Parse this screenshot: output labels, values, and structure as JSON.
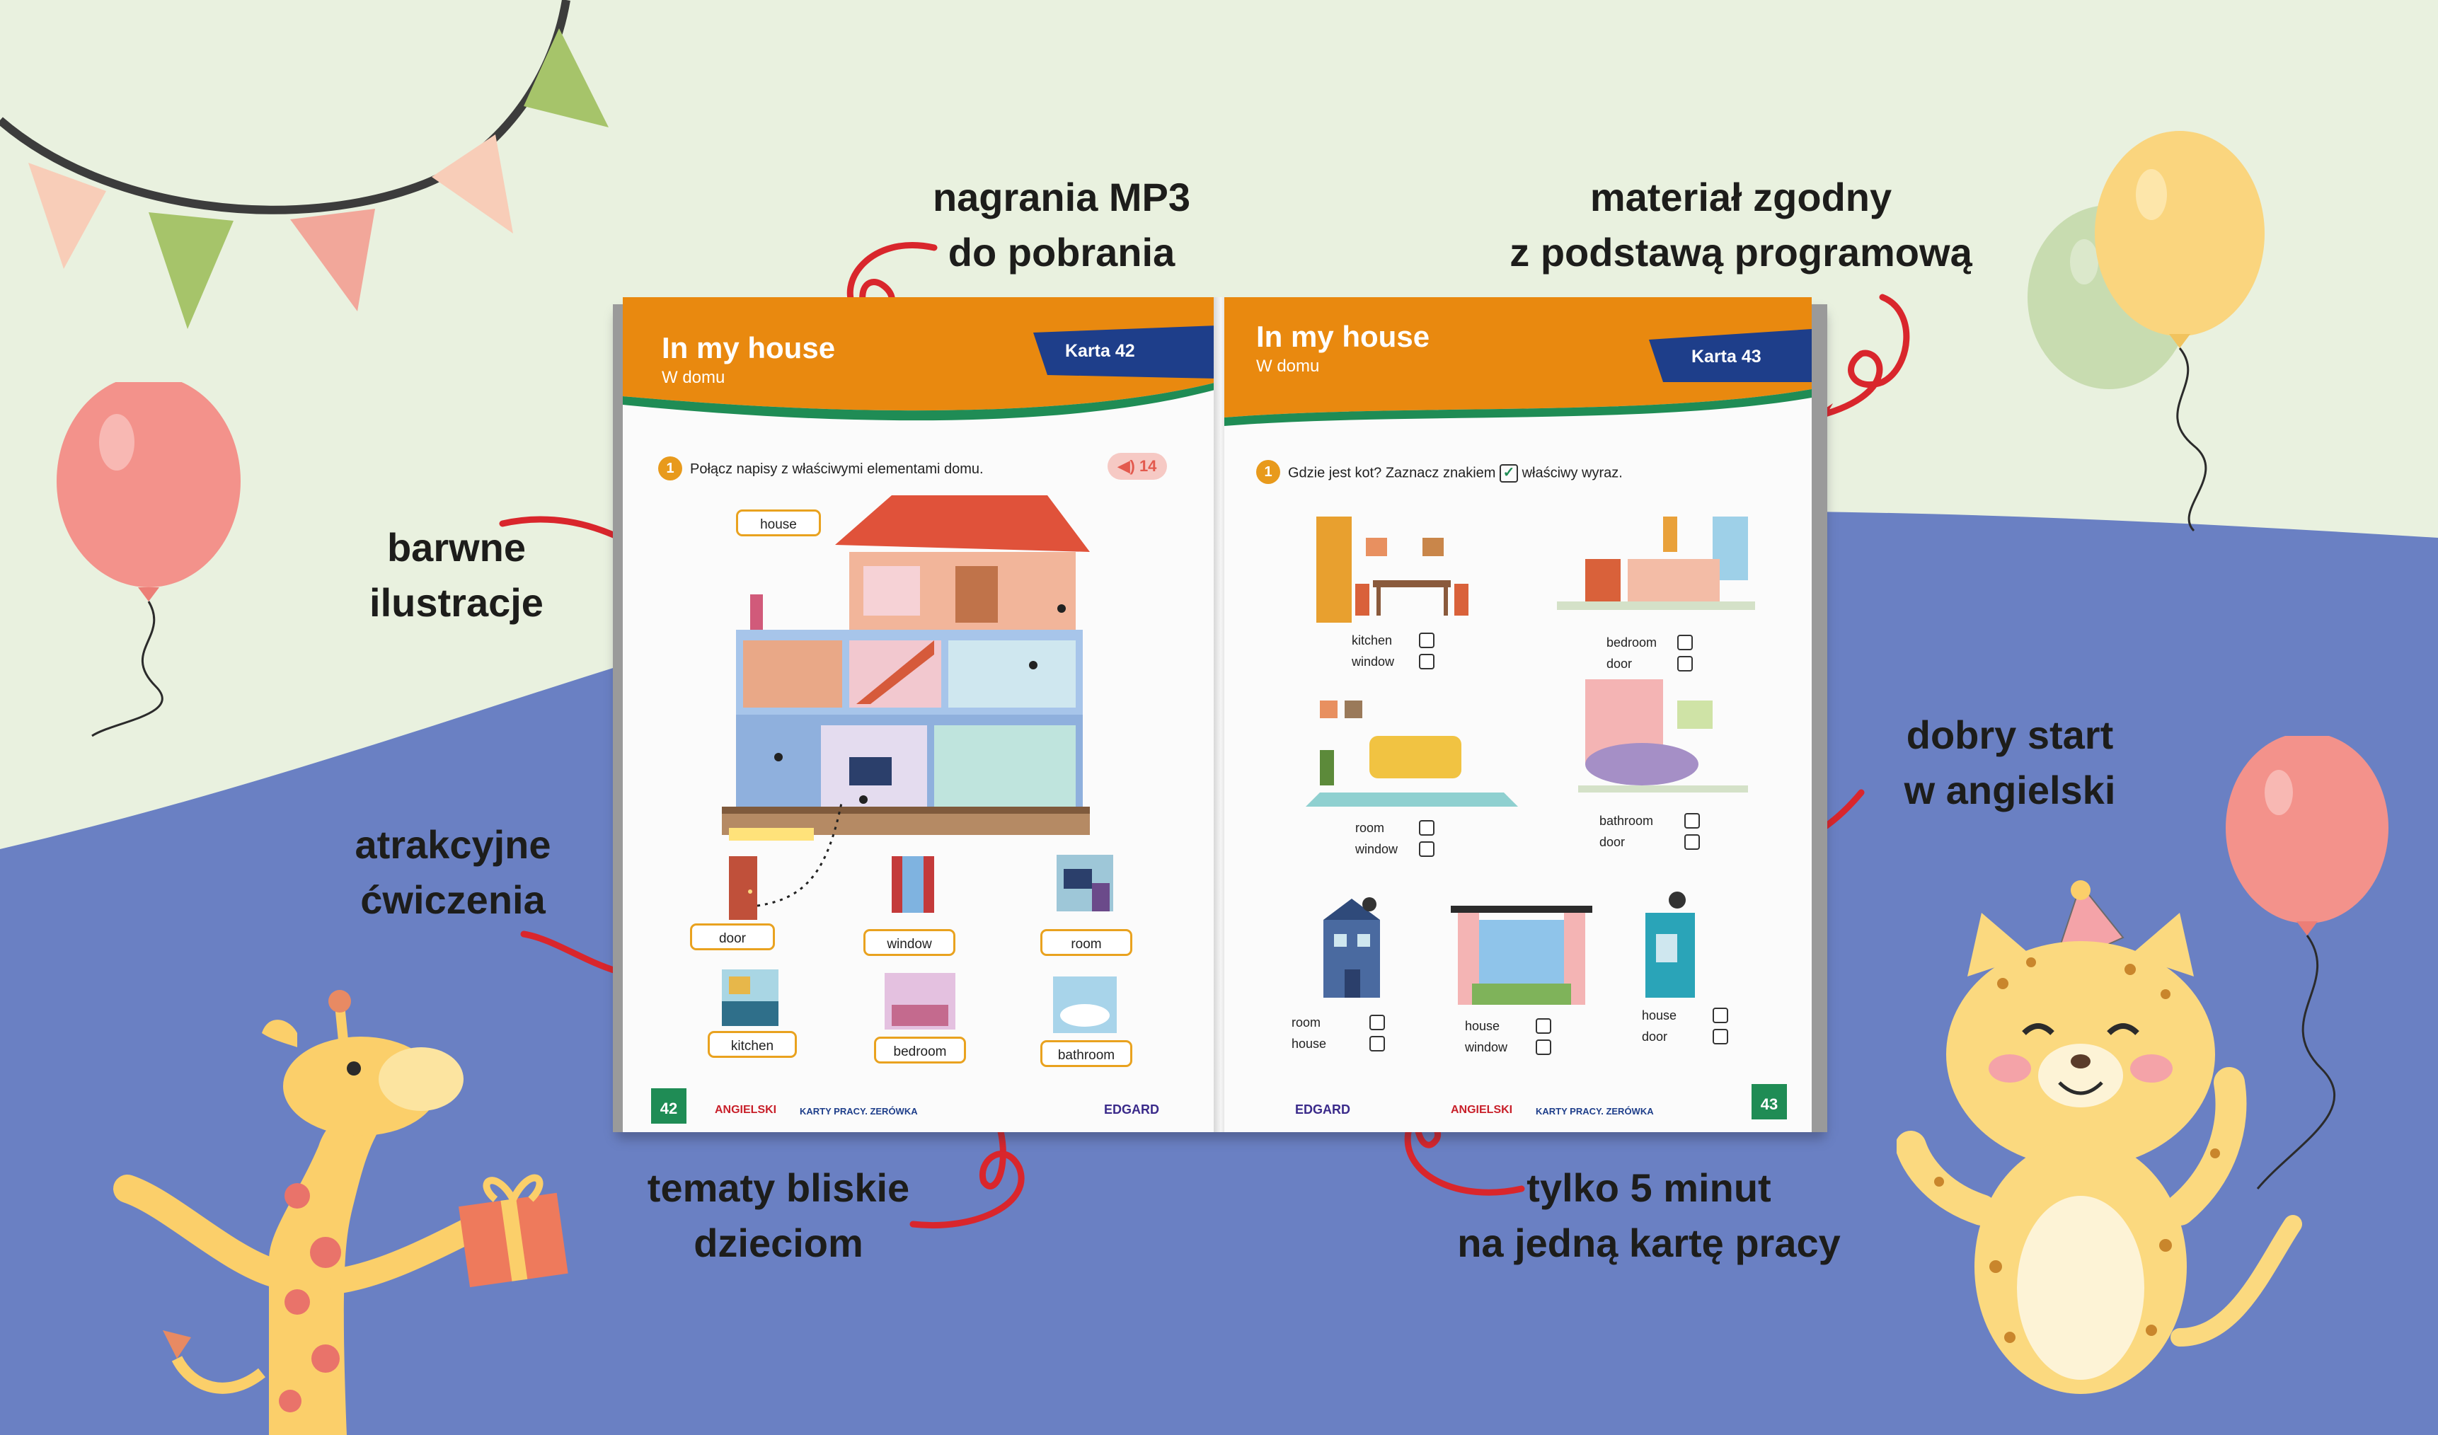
{
  "callouts": {
    "mp3": [
      "nagrania MP3",
      "do pobrania"
    ],
    "material": [
      "materiał zgodny",
      "z podstawą programową"
    ],
    "barwne": [
      "barwne",
      "ilustracje"
    ],
    "atrakcyjne": [
      "atrakcyjne",
      "ćwiczenia"
    ],
    "dobry": [
      "dobry start",
      "w angielski"
    ],
    "tematy": [
      "tematy bliskie",
      "dzieciom"
    ],
    "tylko": [
      "tylko 5 minut",
      "na jedną kartę pracy"
    ]
  },
  "left_page": {
    "title": "In my house",
    "subtitle": "W domu",
    "karta": "Karta 42",
    "exercise_num": "1",
    "instruction": "Połącz napisy z właściwymi elementami domu.",
    "audio_track": "14",
    "words": [
      "house",
      "door",
      "window",
      "room",
      "kitchen",
      "bedroom",
      "bathroom"
    ],
    "page_number": "42",
    "brand": "ANGIELSKI",
    "series": "KARTY PRACY. ZERÓWKA",
    "publisher": "EDGARD"
  },
  "right_page": {
    "title": "In my house",
    "subtitle": "W domu",
    "karta": "Karta 43",
    "exercise_num": "1",
    "instruction_a": "Gdzie jest kot? Zaznacz znakiem",
    "instruction_b": "właściwy wyraz.",
    "pairs": [
      [
        "kitchen",
        "window"
      ],
      [
        "bedroom",
        "door"
      ],
      [
        "room",
        "window"
      ],
      [
        "bathroom",
        "door"
      ],
      [
        "room",
        "house"
      ],
      [
        "house",
        "window"
      ],
      [
        "house",
        "door"
      ]
    ],
    "page_number": "43",
    "brand": "ANGIELSKI",
    "series": "KARTY PRACY. ZERÓWKA",
    "publisher": "EDGARD"
  },
  "colors": {
    "background_light": "#e9f1df",
    "background_blue": "#6a80c3",
    "header_orange": "#e9890f",
    "header_blue": "#1e3e8a",
    "arrow_red": "#d9262c",
    "badge_orange": "#e89a1c",
    "page_green": "#1f8c55"
  },
  "icons": [
    "pennant-banner",
    "balloon-pink",
    "balloon-yellow",
    "balloon-green",
    "giraffe-illustration",
    "gift-box",
    "leopard-cat-illustration",
    "party-hat",
    "dollhouse-illustration",
    "speaker-icon",
    "checkbox-icon",
    "curly-arrow"
  ]
}
